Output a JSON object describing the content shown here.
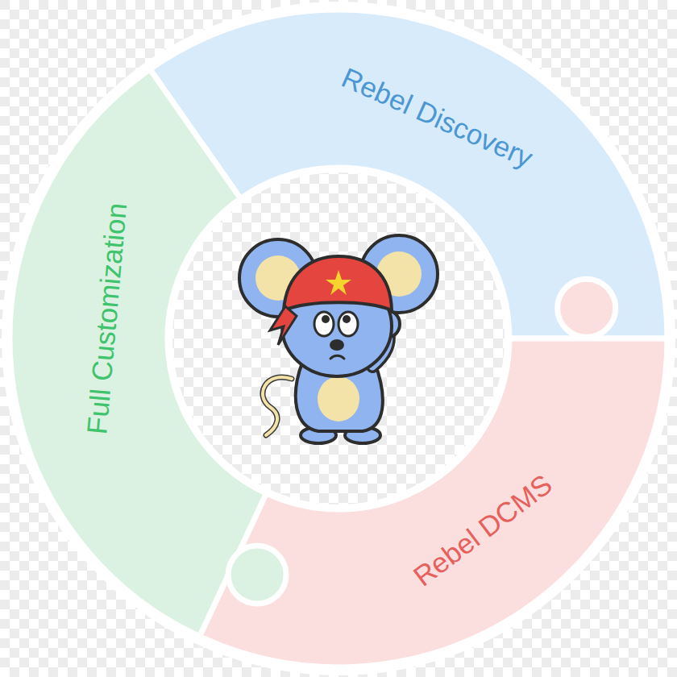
{
  "diagram": {
    "nodes": [
      {
        "text": [
          "Rebel Discovery"
        ]
      },
      {
        "text": [
          "Rebel DCMS"
        ]
      },
      {
        "text": [
          "Full Customization"
        ]
      }
    ]
  }
}
